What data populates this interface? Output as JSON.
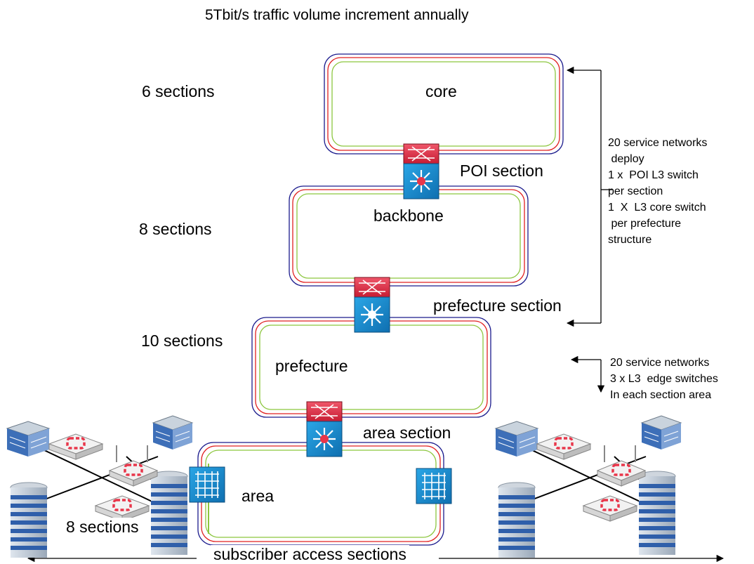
{
  "title": "5Tbit/s traffic volume increment annually",
  "rings": {
    "core": "core",
    "backbone": "backbone",
    "prefecture": "prefecture",
    "area": "area"
  },
  "counts": {
    "core": "6 sections",
    "backbone": "8 sections",
    "prefecture": "10 sections",
    "area": "8 sections"
  },
  "sections": {
    "poi": "POI section",
    "prefecture": "prefecture section",
    "area": "area section",
    "subscriber": "subscriber access sections"
  },
  "notes": {
    "upper": [
      "20 service networks",
      " deploy",
      "1 x  POI L3 switch",
      "per section",
      "1  X  L3 core switch",
      " per prefecture",
      "structure"
    ],
    "lower": [
      "20 service networks",
      "3 x L3  edge switches",
      "In each section area"
    ]
  },
  "colors": {
    "ring_outer": "#1a1a8c",
    "ring_mid": "#e02020",
    "ring_inner": "#8cc63f",
    "switch_red": "#e8364a",
    "switch_blue": "#1e8fd0",
    "building_blue": "#2f5faa"
  }
}
